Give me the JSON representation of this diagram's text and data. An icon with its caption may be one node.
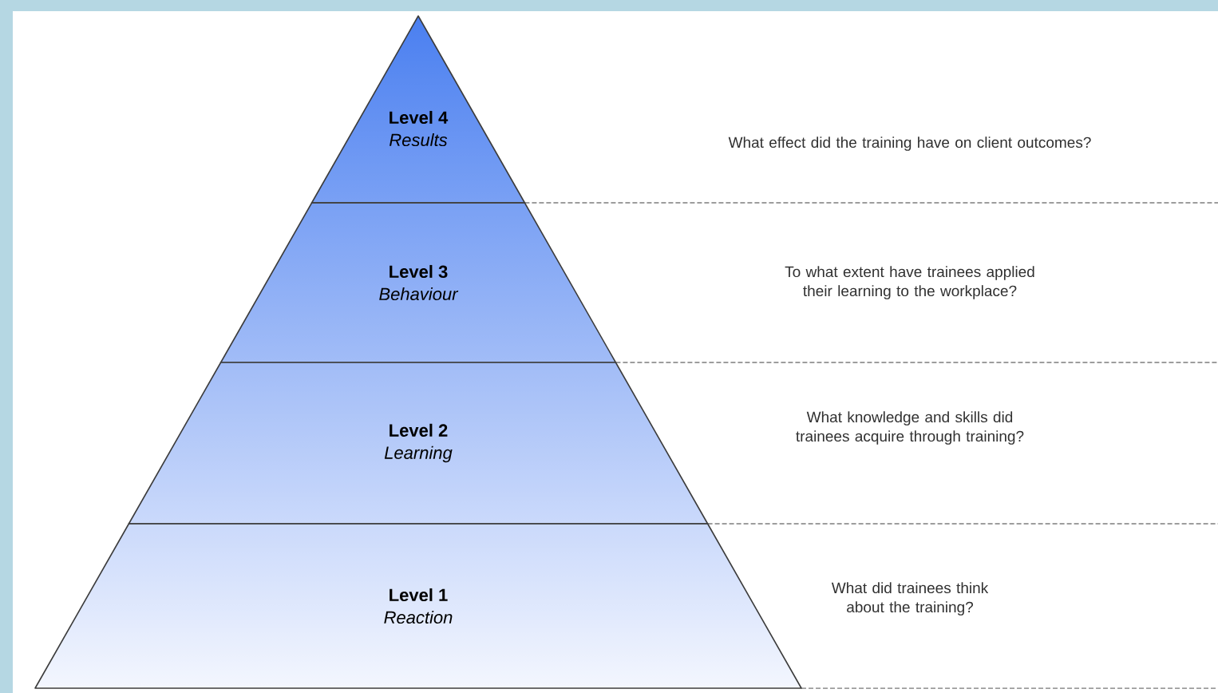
{
  "diagram": {
    "nodes": [
      {
        "text": [
          "Level 4",
          "Results"
        ]
      },
      {
        "text": [
          "Level 3",
          "Behaviour"
        ]
      },
      {
        "text": [
          "Level 2",
          "Learning"
        ]
      },
      {
        "text": [
          "Level 1",
          "Reaction"
        ]
      }
    ],
    "labels": [
      "What effect did the training have on client outcomes?",
      "To what extent have trainees applied their learning to the workplace?",
      "What knowledge and skills did trainees acquire through training?",
      "What did trainees think about the training?"
    ]
  }
}
